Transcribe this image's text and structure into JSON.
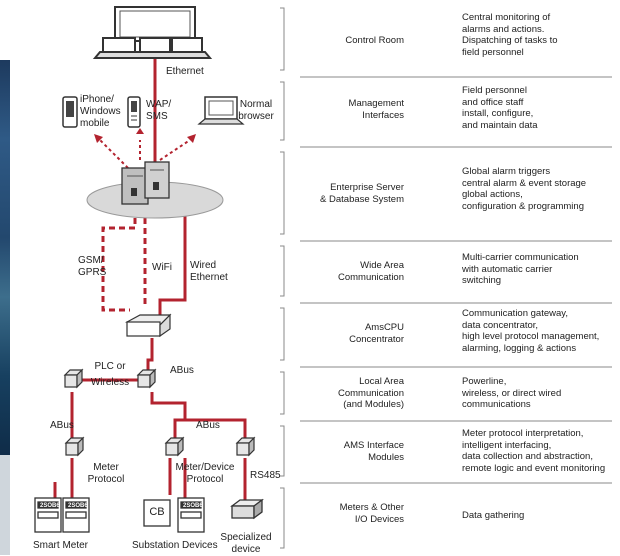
{
  "colors": {
    "link_red": "#b3232f",
    "line_gray": "#888888",
    "device_fill": "#bfbfbf",
    "ellipse_fill": "#d9d9d9"
  },
  "layers": [
    {
      "name": "Control Room",
      "description": [
        "Central monitoring of",
        "alarms and actions.",
        "Dispatching of tasks to",
        "field personnel"
      ]
    },
    {
      "name": [
        "Management",
        "Interfaces"
      ],
      "description": [
        "Field personnel",
        "and office staff",
        "install, configure,",
        "and maintain data"
      ]
    },
    {
      "name": [
        "Enterprise Server",
        "& Database System"
      ],
      "description": [
        "Global alarm triggers",
        "central alarm & event storage",
        "global actions,",
        "configuration & programming"
      ]
    },
    {
      "name": [
        "Wide Area",
        "Communication"
      ],
      "description": [
        "Multi-carrier communication",
        "with automatic carrier",
        "switching"
      ]
    },
    {
      "name": [
        "AmsCPU",
        "Concentrator"
      ],
      "description": [
        "Communication gateway,",
        "data concentrator,",
        "high level protocol management,",
        "alarming, logging & actions"
      ]
    },
    {
      "name": [
        "Local Area",
        "Communication",
        "(and Modules)"
      ],
      "description": [
        "Powerline,",
        "wireless, or direct wired",
        "communications"
      ]
    },
    {
      "name": [
        "AMS Interface",
        "Modules"
      ],
      "description": [
        "Meter protocol interpretation,",
        "intelligent interfacing,",
        "data collection and abstraction,",
        "remote logic and event monitoring"
      ]
    },
    {
      "name": [
        "Meters & Other",
        "I/O Devices"
      ],
      "description": [
        "Data gathering"
      ]
    }
  ],
  "labels": {
    "ethernet": "Ethernet",
    "iphone": [
      "iPhone/",
      "Windows",
      "mobile"
    ],
    "wap": [
      "WAP/",
      "SMS"
    ],
    "browser": [
      "Normal",
      "browser"
    ],
    "gsm": [
      "GSM/",
      "GPRS"
    ],
    "wifi": "WiFi",
    "wired": [
      "Wired",
      "Ethernet"
    ],
    "abus_top": "ABus",
    "plc": [
      "PLC or",
      "Wireless"
    ],
    "abus_left": "ABus",
    "abus_mid": "ABus",
    "meter_protocol": [
      "Meter",
      "Protocol"
    ],
    "meter_device_protocol": [
      "Meter/Device",
      "Protocol"
    ],
    "rs485": "RS485",
    "smart_meter": "Smart Meter",
    "substation": "Substation Devices",
    "specialized": [
      "Specialized",
      "device"
    ],
    "cb": "CB",
    "meter_brand": "2SOB6"
  }
}
